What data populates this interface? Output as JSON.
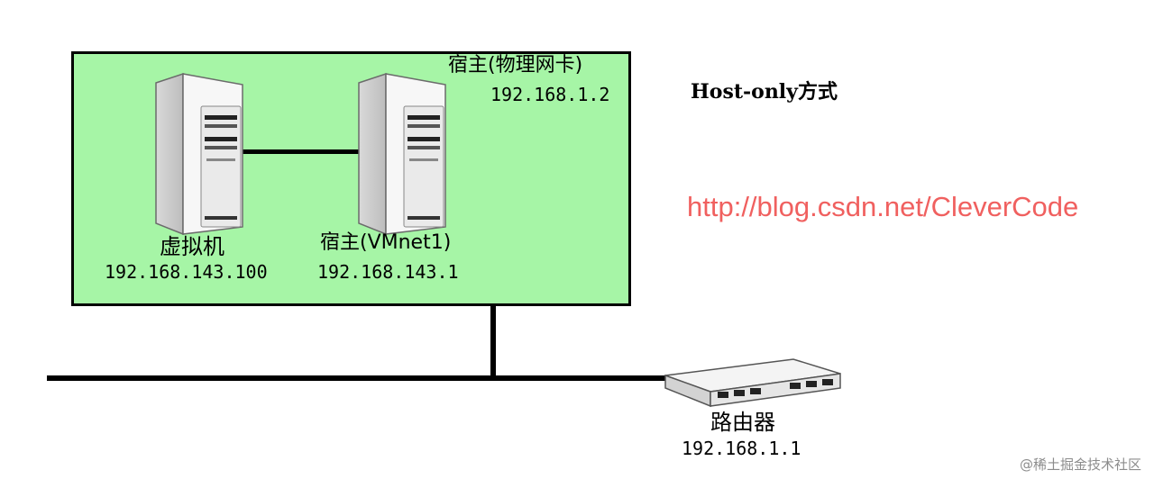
{
  "diagram": {
    "title": "Host-only方式",
    "url": "http://blog.csdn.net/CleverCode",
    "host_nic": {
      "name": "宿主(物理网卡)",
      "ip": "192.168.1.2"
    },
    "vm": {
      "name": "虚拟机",
      "ip": "192.168.143.100"
    },
    "host_vmnet": {
      "name": "宿主(VMnet1)",
      "ip": "192.168.143.1"
    },
    "router": {
      "name": "路由器",
      "ip": "192.168.1.1"
    },
    "watermark": "@稀土掘金技术社区"
  },
  "colors": {
    "host_box_fill": "#a6f5a6",
    "url_text": "#f0605f",
    "wire": "#000000"
  },
  "icons": [
    "server-icon",
    "server-icon",
    "router-icon"
  ]
}
